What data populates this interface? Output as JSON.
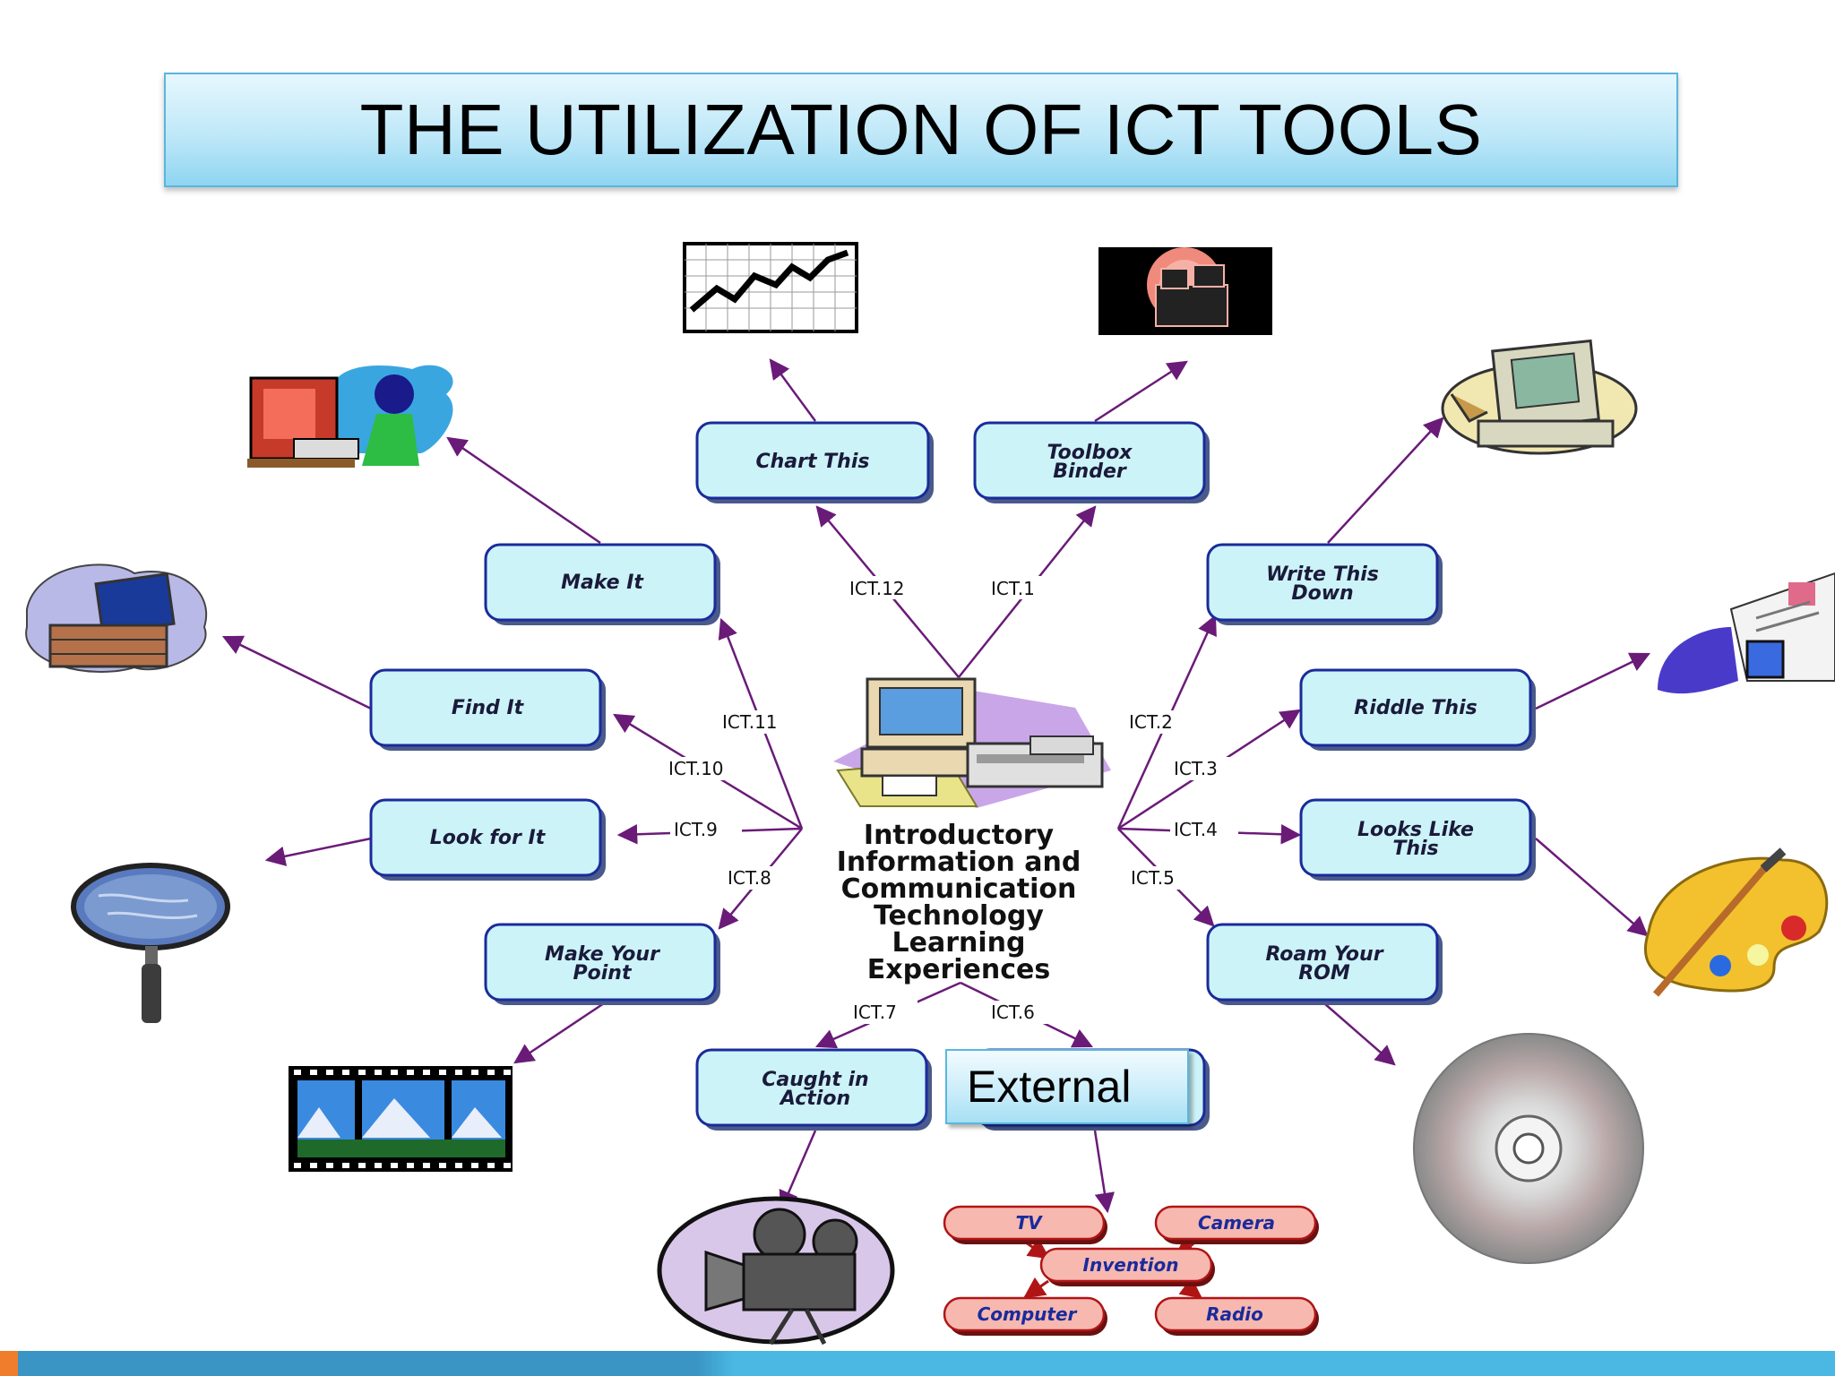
{
  "title": "THE UTILIZATION OF ICT TOOLS",
  "center": {
    "lines": [
      "Introductory",
      "Information and",
      "Communication",
      "Technology",
      "Learning",
      "Experiences"
    ]
  },
  "nodes": {
    "chart_this": [
      "Chart This"
    ],
    "toolbox_binder": [
      "Toolbox",
      "Binder"
    ],
    "make_it": [
      "Make It"
    ],
    "write_this_down": [
      "Write This",
      "Down"
    ],
    "find_it": [
      "Find It"
    ],
    "riddle_this": [
      "Riddle This"
    ],
    "look_for_it": [
      "Look for It"
    ],
    "looks_like_this": [
      "Looks Like",
      "This"
    ],
    "make_your_point": [
      "Make Your",
      "Point"
    ],
    "roam_your_rom": [
      "Roam Your",
      "ROM"
    ],
    "caught_in_action": [
      "Caught in",
      "Action"
    ]
  },
  "ict_labels": {
    "ict1": "ICT.1",
    "ict2": "ICT.2",
    "ict3": "ICT.3",
    "ict4": "ICT.4",
    "ict5": "ICT.5",
    "ict6": "ICT.6",
    "ict7": "ICT.7",
    "ict8": "ICT.8",
    "ict9": "ICT.9",
    "ict10": "ICT.10",
    "ict11": "ICT.11",
    "ict12": "ICT.12"
  },
  "external_label": "External",
  "invention_map": {
    "tv": "TV",
    "camera": "Camera",
    "invention": "Invention",
    "computer": "Computer",
    "radio": "Radio"
  },
  "icons": [
    "line-chart-icon",
    "toolbox-icon",
    "computer-desk-icon",
    "person-at-computer-icon",
    "laptop-icon",
    "envelope-monitor-icon",
    "magnifying-glass-icon",
    "paint-palette-icon",
    "film-strip-icon",
    "cd-rom-icon",
    "movie-camera-icon",
    "center-computer-icon"
  ],
  "colors": {
    "edge": "#6a1b78",
    "node_fill": "#ccf3f8",
    "node_border": "#1a2b9b",
    "pill_fill": "#f7b8b0",
    "pill_border": "#b01515"
  }
}
